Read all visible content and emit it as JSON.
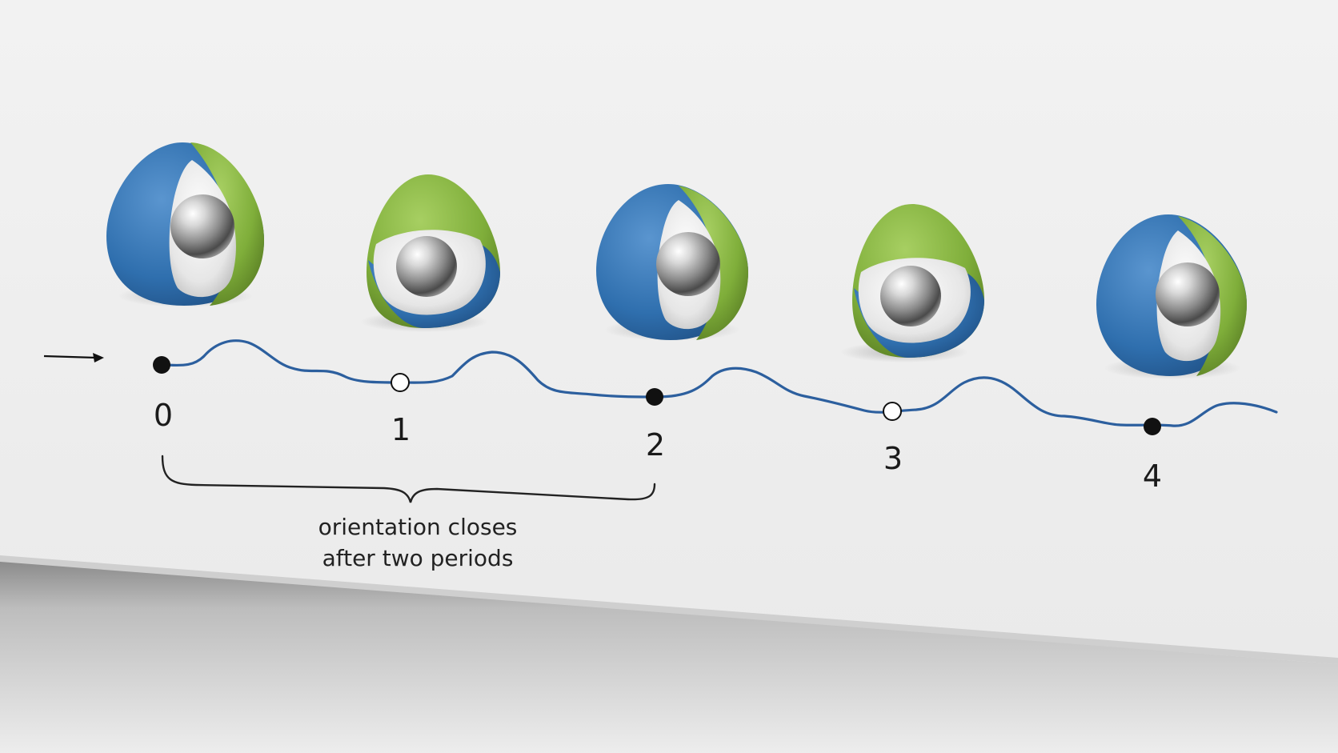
{
  "diagram": {
    "stages": [
      {
        "index": "0",
        "marker": "filled",
        "orientation": "blue-front"
      },
      {
        "index": "1",
        "marker": "open",
        "orientation": "green-top"
      },
      {
        "index": "2",
        "marker": "filled",
        "orientation": "blue-front"
      },
      {
        "index": "3",
        "marker": "open",
        "orientation": "green-top"
      },
      {
        "index": "4",
        "marker": "filled",
        "orientation": "blue-front"
      }
    ],
    "caption_line1": "orientation closes",
    "caption_line2": "after two periods",
    "colors": {
      "path": "#2c5f9e",
      "shell_blue": "#2f6fae",
      "shell_green": "#7fae3a",
      "marker": "#111111"
    },
    "icons": {
      "direction": "arrow-right-icon"
    }
  }
}
